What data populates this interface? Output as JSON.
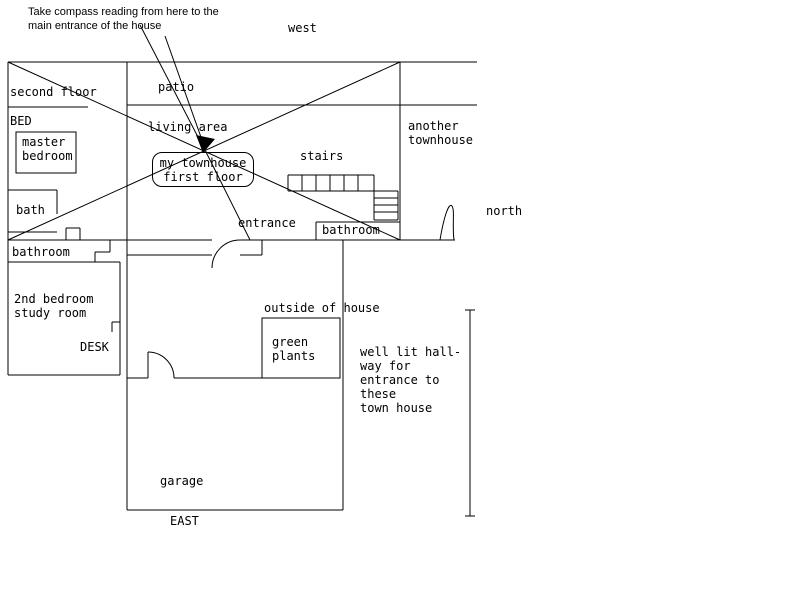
{
  "annotation": {
    "line1": "Take compass reading from here to the",
    "line2": "main entrance of the house"
  },
  "directions": {
    "west": "west",
    "north": "north",
    "east": "EAST"
  },
  "second_floor": {
    "title": "second floor",
    "bed": "BED",
    "master_bedroom": [
      "master",
      "bedroom"
    ],
    "bath": "bath",
    "bathroom": "bathroom",
    "second_bedroom": [
      "2nd bedroom",
      "study room"
    ],
    "desk": "DESK"
  },
  "first_floor": {
    "patio": "patio",
    "living_area": "living area",
    "townhouse_box": [
      "my townhouse",
      "first floor"
    ],
    "stairs": "stairs",
    "entrance": "entrance",
    "bathroom": "bathroom"
  },
  "exterior": {
    "another_townhouse": [
      "another",
      "townhouse"
    ],
    "outside": "outside of house",
    "green_plants": [
      "green",
      "plants"
    ],
    "hallway": [
      "well lit hall-",
      "way for",
      "entrance to",
      "these",
      "town house"
    ],
    "garage": "garage"
  },
  "colors": {
    "ink": "#000000",
    "background": "#ffffff"
  }
}
